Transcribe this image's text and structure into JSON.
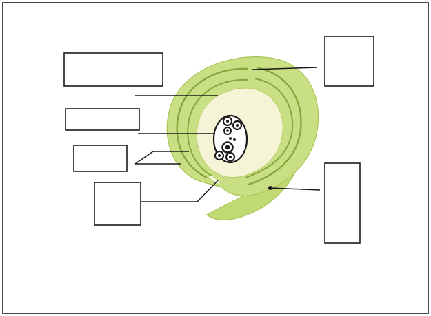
{
  "diagram": {
    "subject": "ovule-cross-section",
    "colors": {
      "integument": "#c9df83",
      "integument_edge": "#a9c452",
      "nucellus": "#f6f4d6",
      "funicle": "#c2da74",
      "embryo_sac": "#ffffff",
      "nucleus_dark": "#1e1e1e",
      "line": "#1a1a1a"
    },
    "label_boxes": [
      {
        "id": "label-box-1",
        "text": ""
      },
      {
        "id": "label-box-2",
        "text": ""
      },
      {
        "id": "label-box-3",
        "text": ""
      },
      {
        "id": "label-box-4",
        "text": ""
      },
      {
        "id": "label-box-5",
        "text": ""
      },
      {
        "id": "label-box-6",
        "text": ""
      }
    ]
  }
}
